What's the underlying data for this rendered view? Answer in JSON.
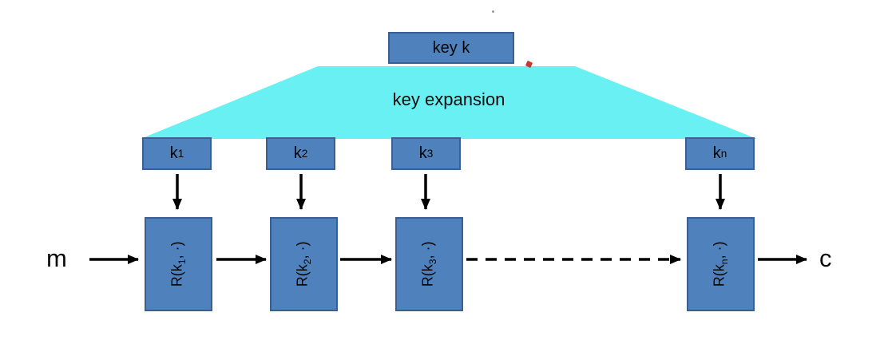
{
  "diagram": {
    "title_semantic": "block-cipher-key-expansion",
    "key_box_label": "key  k",
    "key_expansion_label": "key expansion",
    "subkeys": [
      {
        "base": "k",
        "sub": "1"
      },
      {
        "base": "k",
        "sub": "2"
      },
      {
        "base": "k",
        "sub": "3"
      },
      {
        "base": "k",
        "sub": "n"
      }
    ],
    "rounds": [
      {
        "prefix": "R(k",
        "sub": "1",
        "suffix": ", ·)"
      },
      {
        "prefix": "R(k",
        "sub": "2",
        "suffix": ", ·)"
      },
      {
        "prefix": "R(k",
        "sub": "3",
        "suffix": ", ·)"
      },
      {
        "prefix": "R(k",
        "sub": "n",
        "suffix": ", ·)"
      }
    ],
    "input_label": "m",
    "output_label": "c",
    "colors": {
      "box_fill": "#4f81bd",
      "box_border": "#3a5f93",
      "trapezoid_fill": "#69f0f2",
      "trapezoid_edge": "#46cfdc",
      "arrow": "#000000"
    }
  }
}
